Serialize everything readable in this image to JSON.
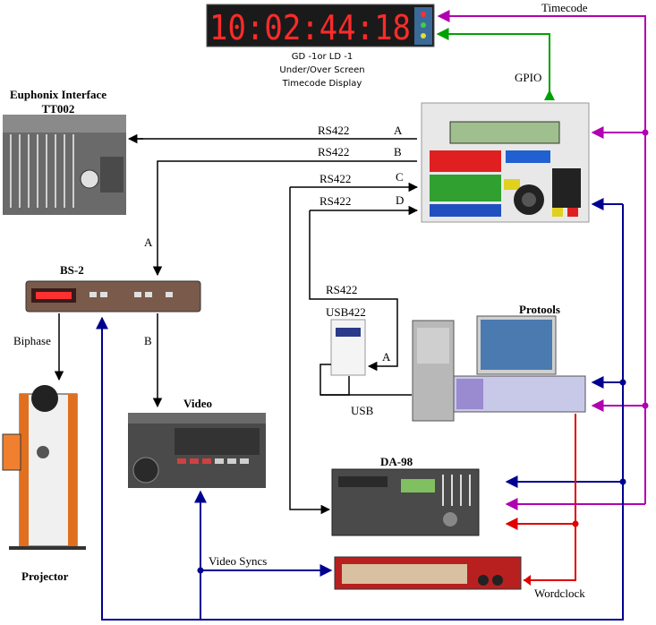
{
  "labels": {
    "timecode": "Timecode",
    "gpio": "GPIO",
    "display_line1": "GD -1or LD -1",
    "display_line2": "Under/Over Screen",
    "display_line3": "Timecode Display",
    "display_digits": "10:02:44:18",
    "euphonix_line1": "Euphonix Interface",
    "euphonix_line2": "TT002",
    "rs422": "RS422",
    "port_a": "A",
    "port_b": "B",
    "port_c": "C",
    "port_d": "D",
    "bs2": "BS-2",
    "biphase": "Biphase",
    "projector": "Projector",
    "video": "Video",
    "usb422": "USB422",
    "usb": "USB",
    "protools": "Protools",
    "da98": "DA-98",
    "video_syncs": "Video Syncs",
    "wordclock": "Wordclock"
  },
  "colors": {
    "rs422_line": "#000000",
    "timecode_line": "#b000b0",
    "gpio_line": "#00a000",
    "video_sync_line": "#000090",
    "wordclock_line": "#e00000",
    "display_bg": "#1a1a1a",
    "display_digits": "#ff2a2a"
  }
}
